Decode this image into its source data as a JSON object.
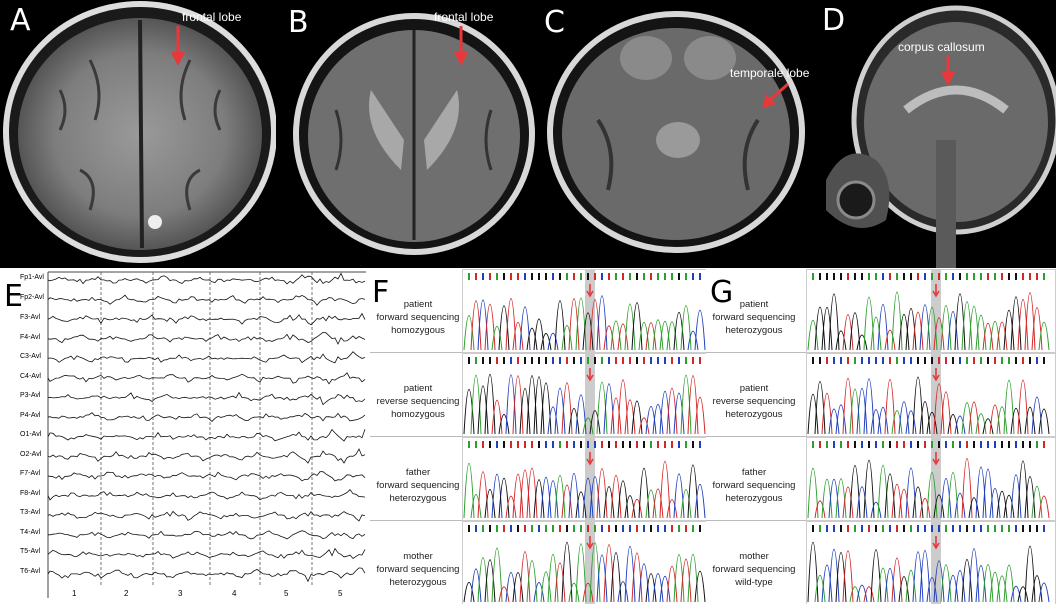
{
  "panels": {
    "A": {
      "label": "A",
      "annotation": "frontal lobe"
    },
    "B": {
      "label": "B",
      "annotation": "frontal lobe"
    },
    "C": {
      "label": "C",
      "annotation": "temporale lobe"
    },
    "D": {
      "label": "D",
      "annotation": "corpus callosum"
    },
    "E": {
      "label": "E"
    },
    "F": {
      "label": "F"
    },
    "G": {
      "label": "G"
    }
  },
  "eeg": {
    "channels": [
      "Fp1-Avl",
      "Fp2-Avl",
      "F3-Avl",
      "F4-Avl",
      "C3-Avl",
      "C4-Avl",
      "P3-Avl",
      "P4-Avl",
      "O1-Avl",
      "O2-Avl",
      "F7-Avl",
      "F8-Avl",
      "T3-Avl",
      "T4-Avl",
      "T5-Avl",
      "T6-Avl"
    ],
    "segments": [
      "1",
      "2",
      "3",
      "4",
      "5",
      "5"
    ]
  },
  "sequencing": {
    "F": [
      {
        "line1": "patient",
        "line2": "forward sequencing",
        "line3": "homozygous"
      },
      {
        "line1": "patient",
        "line2": "reverse sequencing",
        "line3": "homozygous"
      },
      {
        "line1": "father",
        "line2": "forward sequencing",
        "line3": "heterozygous"
      },
      {
        "line1": "mother",
        "line2": "forward sequencing",
        "line3": "heterozygous"
      }
    ],
    "G": [
      {
        "line1": "patient",
        "line2": "forward sequencing",
        "line3": "heterozygous"
      },
      {
        "line1": "patient",
        "line2": "reverse sequencing",
        "line3": "heterozygous"
      },
      {
        "line1": "father",
        "line2": "forward sequencing",
        "line3": "heterozygous"
      },
      {
        "line1": "mother",
        "line2": "forward sequencing",
        "line3": "wild-type"
      }
    ]
  },
  "colors": {
    "arrow": "#e8383a",
    "A": "#2ca02c",
    "C": "#1f3fbf",
    "G": "#111111",
    "T": "#d62728",
    "highlight": "#cccccc"
  }
}
